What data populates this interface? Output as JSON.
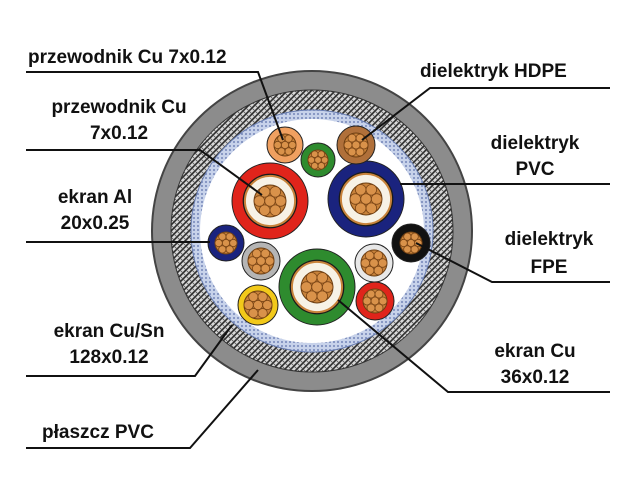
{
  "labels": {
    "top_left_conductor": "przewodnik Cu 7x0.12",
    "left_conductor_l1": "przewodnik Cu",
    "left_conductor_l2": "7x0.12",
    "al_screen_l1": "ekran Al",
    "al_screen_l2": "20x0.25",
    "cusn_screen_l1": "ekran Cu/Sn",
    "cusn_screen_l2": "128x0.12",
    "sheath": "płaszcz PVC",
    "hdpe": "dielektryk HDPE",
    "pvc_l1": "dielektryk",
    "pvc_l2": "PVC",
    "fpe_l1": "dielektryk",
    "fpe_l2": "FPE",
    "cu_screen_l1": "ekran Cu",
    "cu_screen_l2": "36x0.12"
  },
  "colors": {
    "sheath": "#8c8c8c",
    "braid_dark": "#2b2b2b",
    "screen_blue": "#8fa3cc",
    "fill": "#ffffff",
    "copper": "#c8823a",
    "insulation_red": "#e0241b",
    "insulation_blue": "#1a237e",
    "insulation_green": "#2e8b2e",
    "insulation_brown": "#b0703a",
    "insulation_yellow": "#f2c91a",
    "insulation_black": "#111111",
    "insulation_grey": "#b5b5b5",
    "insulation_orange": "#f0a060"
  }
}
